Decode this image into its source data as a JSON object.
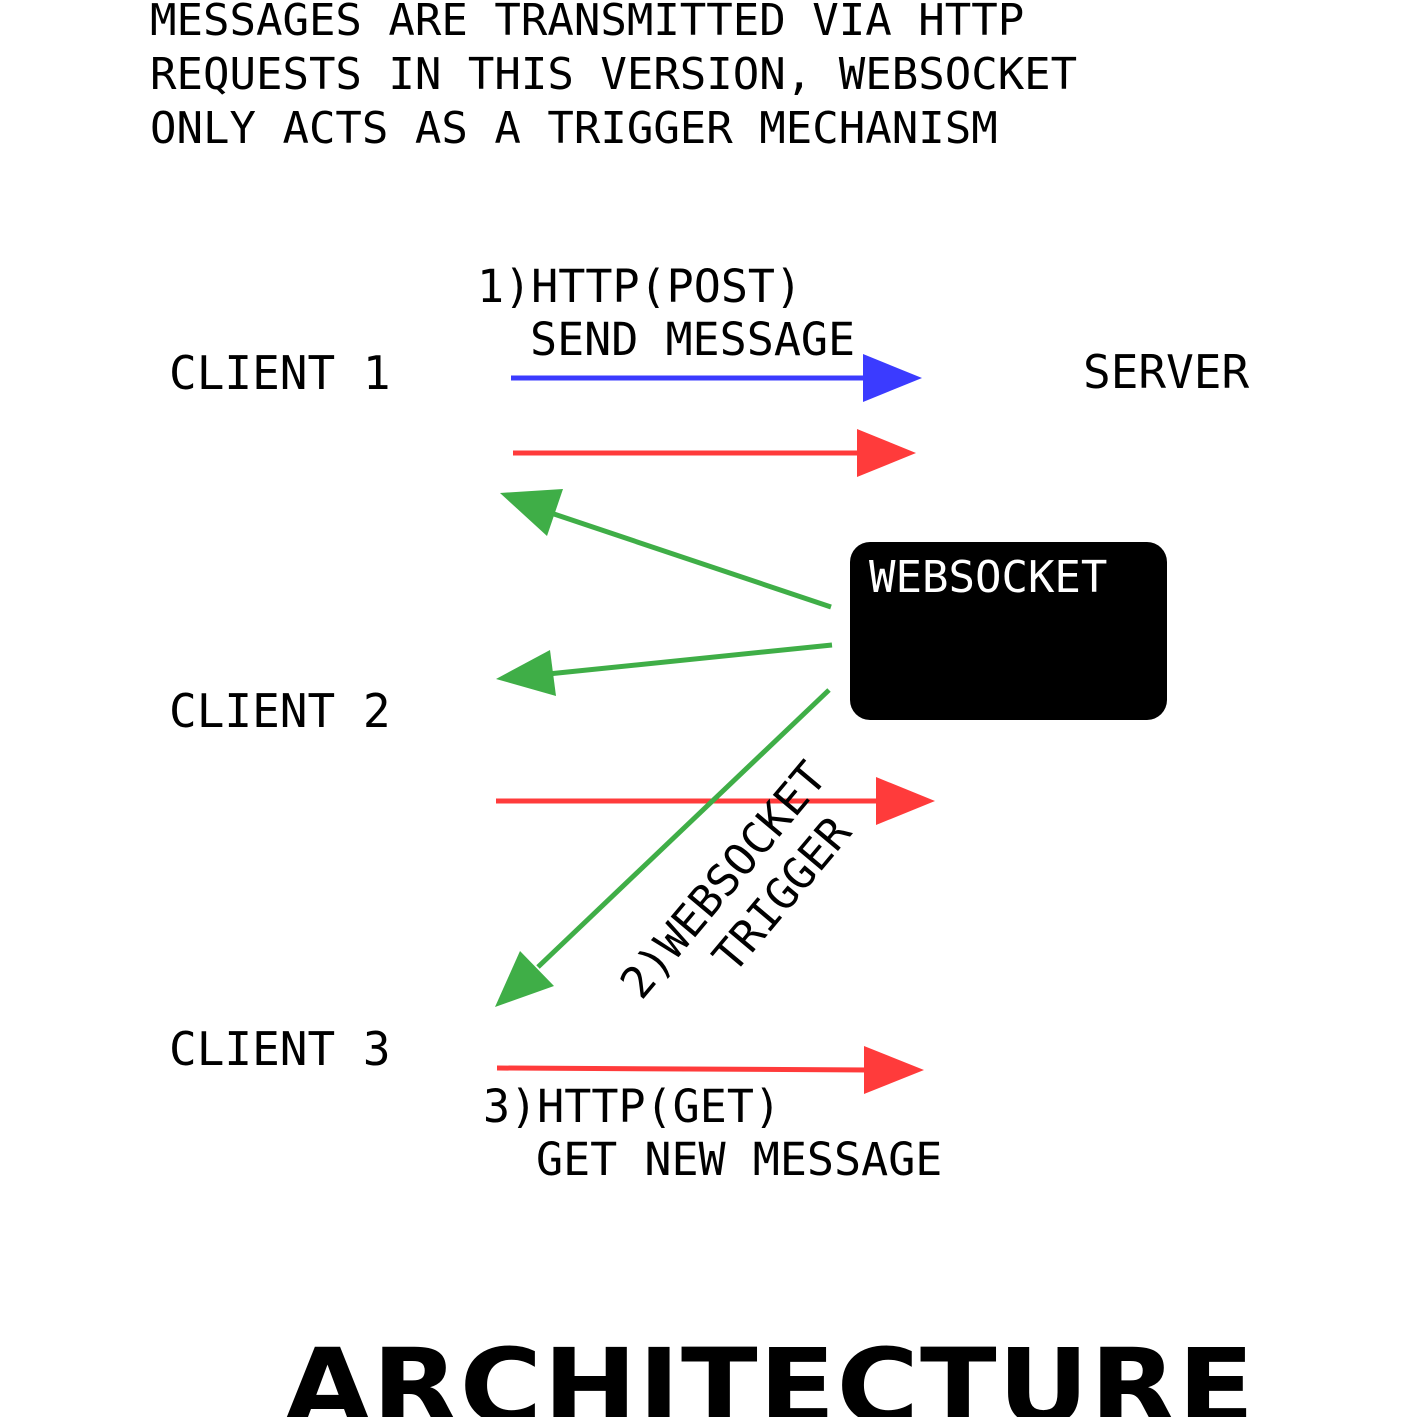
{
  "heading": {
    "line1": "MESSAGES ARE TRANSMITTED VIA HTTP",
    "line2": "REQUESTS IN THIS VERSION, WEBSOCKET",
    "line3": "ONLY ACTS AS A TRIGGER MECHANISM"
  },
  "nodes": {
    "client1": "CLIENT 1",
    "client2": "CLIENT 2",
    "client3": "CLIENT 3",
    "server": "SERVER",
    "websocket": "WEBSOCKET"
  },
  "edges": {
    "post": {
      "line1": "1)HTTP(POST)",
      "line2": "SEND MESSAGE"
    },
    "trigger": {
      "line1": "2)WEBSOCKET",
      "line2": "TRIGGER"
    },
    "get": {
      "line1": "3)HTTP(GET)",
      "line2": "GET NEW MESSAGE"
    }
  },
  "colors": {
    "post": "#3b3bff",
    "http": "#ff3b3b",
    "websocket": "#3fae47",
    "box": "#000000"
  },
  "title": "ARCHITECTURE"
}
